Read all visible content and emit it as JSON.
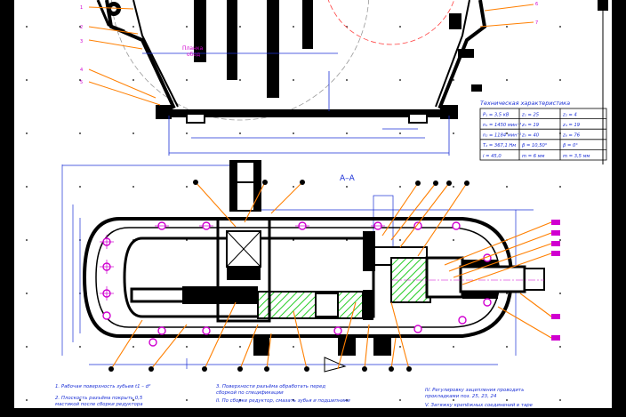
{
  "sheet": {
    "background": "#000000",
    "paper": "#ffffff",
    "ink": "#000000",
    "leader_color": "#ff7f00",
    "dim_color": "#1a2fd6",
    "label_color": "#d000d0",
    "hatch_color": "#22cc22",
    "bubble_color": "#0000ff"
  },
  "section_label": "A–A",
  "top_view": {
    "labels": {
      "note_1": "Планка",
      "note_2": "обод"
    },
    "callouts_left": [
      "1",
      "2",
      "3",
      "4",
      "5"
    ],
    "callouts_right": [
      "6",
      "7"
    ]
  },
  "spec_table": {
    "title": "Техническая характеристика",
    "rows": [
      [
        "P₁ = 3,5 кВ",
        "z₁ = 25",
        "z₂ = 4"
      ],
      [
        "n₁ = 1450 мин⁻¹",
        "z₃ = 19",
        "z₄ = 19"
      ],
      [
        "n₂ = 1184 мин⁻¹",
        "z₅ = 40",
        "z₆ = 76"
      ],
      [
        "T₂ = 367,1 Нм",
        "β = 10,50°",
        "β = 0°"
      ],
      [
        "i = 45,0",
        "m = 6 мм",
        "m = 3,5 мм"
      ]
    ]
  },
  "notes": {
    "col1": [
      "1. Рабочая поверхность зубьев t1 – d²",
      "2. Плоскость разъёма покрыть 0,5",
      "мастикой после сборки редуктора"
    ],
    "col2": [
      "3. Поверхности разъёма обработать перед",
      "сборкой по спецификации",
      "II. По сборке редуктор, смазать зубья и подшипники"
    ],
    "col3": [
      "IV. Регулировку зацепления проводить",
      "прокладками поз. 25, 23, 24",
      "V. Затяжку крепёжных соединений в таре"
    ]
  }
}
